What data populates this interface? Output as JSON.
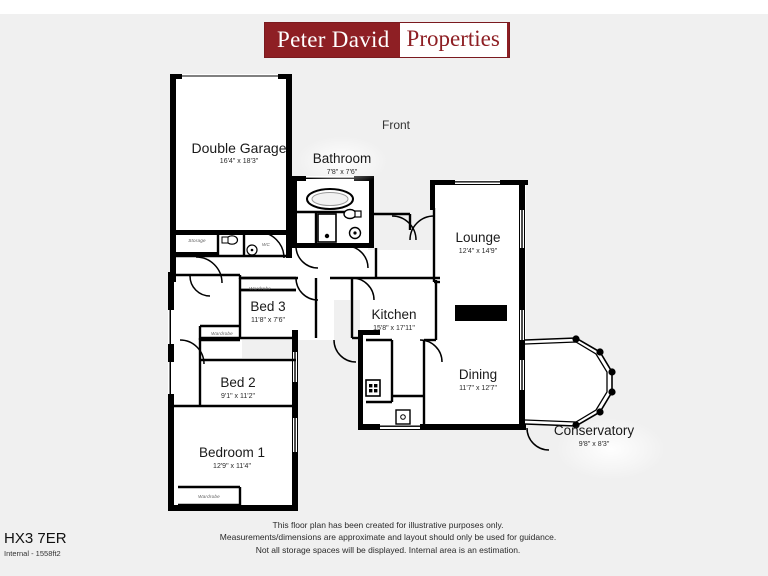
{
  "branding": {
    "name_left": "Peter David",
    "name_right": "Properties",
    "box_color": "#8e1f24",
    "text_on_box": "#ffffff"
  },
  "orientation_label": "Front",
  "footer": {
    "postcode": "HX3 7ER",
    "internal_area": "Internal - 1558ft2",
    "disclaimer_line_1": "This floor plan has been created for illustrative purposes only.",
    "disclaimer_line_2": "Measurements/dimensions are approximate and layout should only be used for guidance.",
    "disclaimer_line_3": "Not all storage spaces will be displayed. Internal area is an estimation."
  },
  "rooms": [
    {
      "name": "Double Garage",
      "dimensions": "16'4\" x 18'3\""
    },
    {
      "name": "Bathroom",
      "dimensions": "7'8\" x 7'6\""
    },
    {
      "name": "Lounge",
      "dimensions": "12'4\" x 14'9\""
    },
    {
      "name": "Bed 3",
      "dimensions": "11'8\" x 7'6\""
    },
    {
      "name": "Kitchen",
      "dimensions": "15'8\" x 17'11\""
    },
    {
      "name": "Bed 2",
      "dimensions": "9'1\" x 11'2\""
    },
    {
      "name": "Dining",
      "dimensions": "11'7\" x 12'7\""
    },
    {
      "name": "Bedroom 1",
      "dimensions": "12'9\" x 11'4\""
    },
    {
      "name": "Conservatory",
      "dimensions": "9'8\" x 8'3\""
    }
  ],
  "small_labels": [
    {
      "text": "Storage"
    },
    {
      "text": "WC"
    },
    {
      "text": "Wardrobe"
    },
    {
      "text": "Wardrobe"
    },
    {
      "text": "Wardrobe"
    }
  ],
  "colors": {
    "background": "#f0f0f0",
    "wall": "#000000",
    "interior": "#ffffff",
    "label_text": "#1a1a1a"
  }
}
